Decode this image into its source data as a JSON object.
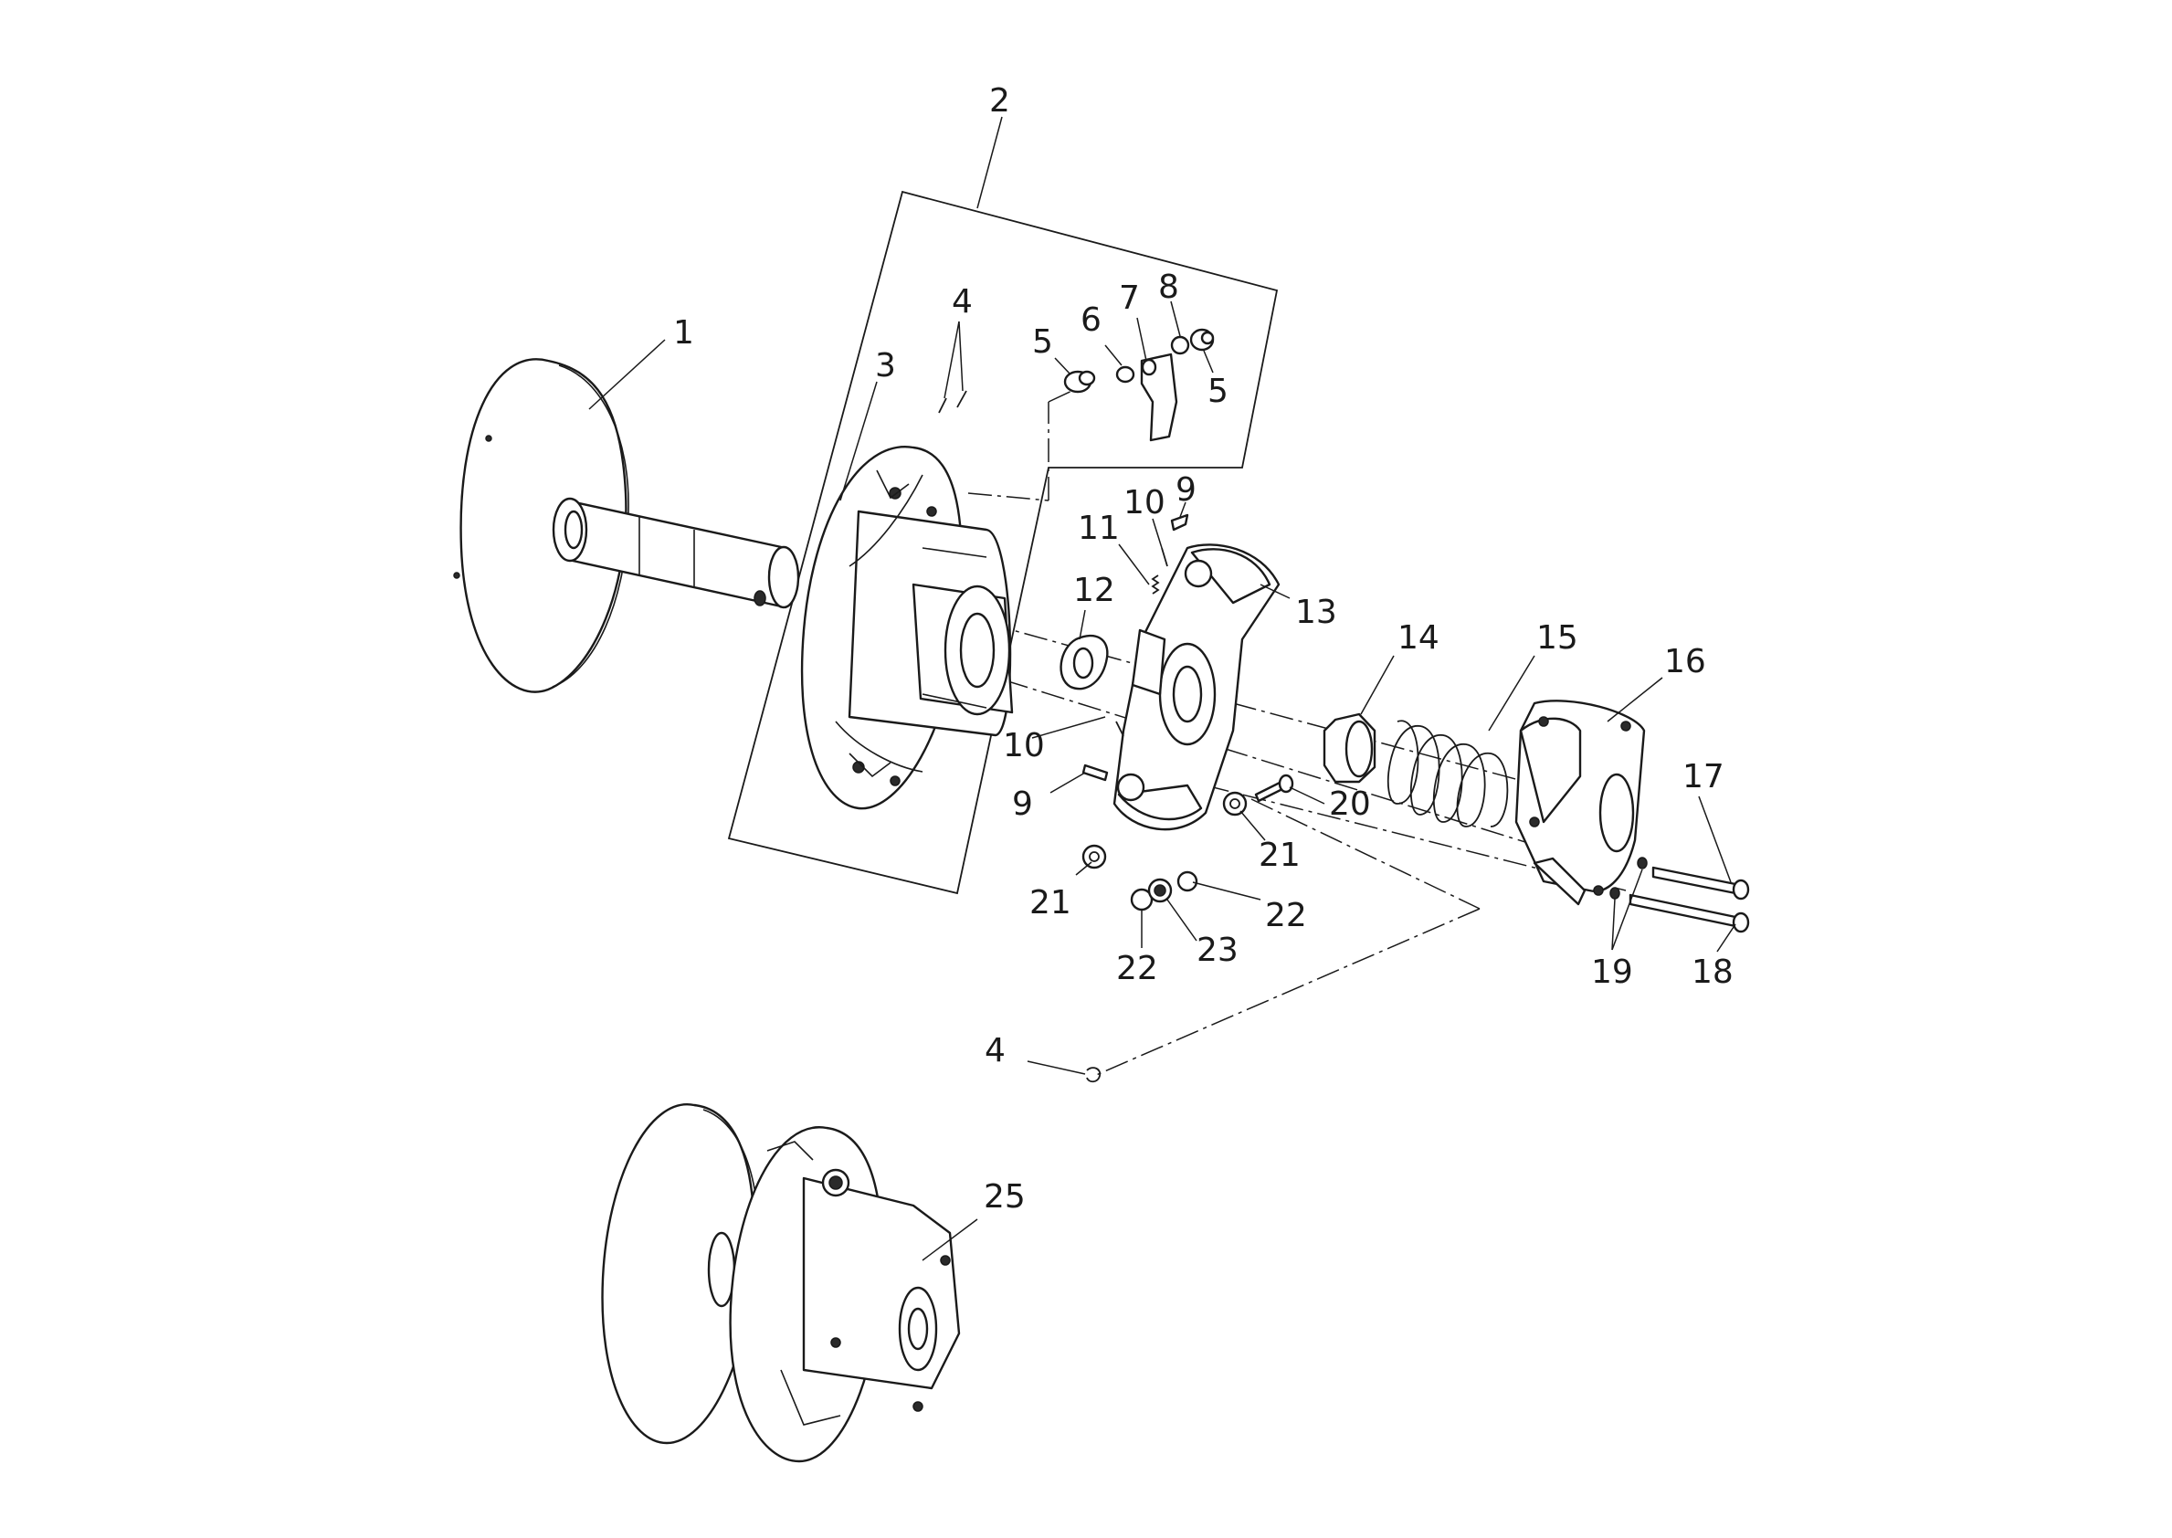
{
  "diagram": {
    "callouts": [
      {
        "id": "c1",
        "text": "1"
      },
      {
        "id": "c2",
        "text": "2"
      },
      {
        "id": "c3",
        "text": "3"
      },
      {
        "id": "c4a",
        "text": "4"
      },
      {
        "id": "c4b",
        "text": "4"
      },
      {
        "id": "c5a",
        "text": "5"
      },
      {
        "id": "c5b",
        "text": "5"
      },
      {
        "id": "c6",
        "text": "6"
      },
      {
        "id": "c7",
        "text": "7"
      },
      {
        "id": "c8",
        "text": "8"
      },
      {
        "id": "c9a",
        "text": "9"
      },
      {
        "id": "c9b",
        "text": "9"
      },
      {
        "id": "c10a",
        "text": "10"
      },
      {
        "id": "c10b",
        "text": "10"
      },
      {
        "id": "c11",
        "text": "11"
      },
      {
        "id": "c12",
        "text": "12"
      },
      {
        "id": "c13",
        "text": "13"
      },
      {
        "id": "c14",
        "text": "14"
      },
      {
        "id": "c15",
        "text": "15"
      },
      {
        "id": "c16",
        "text": "16"
      },
      {
        "id": "c17",
        "text": "17"
      },
      {
        "id": "c18",
        "text": "18"
      },
      {
        "id": "c19",
        "text": "19"
      },
      {
        "id": "c20",
        "text": "20"
      },
      {
        "id": "c21a",
        "text": "21"
      },
      {
        "id": "c21b",
        "text": "21"
      },
      {
        "id": "c22a",
        "text": "22"
      },
      {
        "id": "c22b",
        "text": "22"
      },
      {
        "id": "c23",
        "text": "23"
      },
      {
        "id": "c25",
        "text": "25"
      }
    ]
  }
}
